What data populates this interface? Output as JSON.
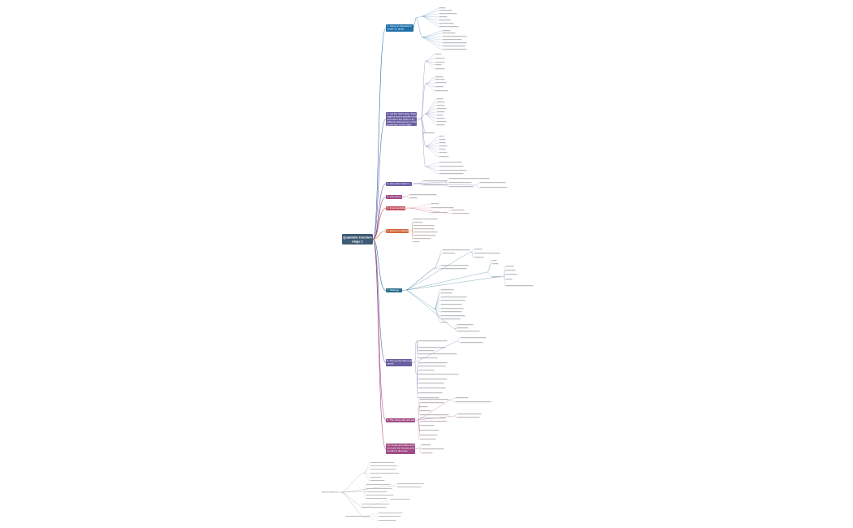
{
  "colors": {
    "background": "#ffffff",
    "root": "#3f5b74",
    "leaf_text": "#8a8a8a",
    "leaf_line": "#c8c8c8",
    "blue": "#1f6fa8",
    "purple": "#6b5fa3",
    "magenta": "#a14b86",
    "red": "#c4525f",
    "orange": "#d26a3c",
    "teal": "#2b6f8a",
    "grey_line": "#9aa8b2"
  },
  "root": {
    "label_line1": "Quadratic function",
    "label_line2": "stage 1"
  },
  "branches": [
    {
      "key": "b1",
      "color": "#1f6fa8",
      "label_lines": [
        "1. Using an illustrator's",
        "hands-on guide"
      ]
    },
    {
      "key": "b2",
      "color": "#6b5fa3",
      "label_lines": [
        "2. Let the chart style, class and",
        "capture and a specific number",
        "and cell in the chart or its",
        "different dependency of the",
        "parameter of the chart"
      ]
    },
    {
      "key": "b3",
      "color": "#6b5fa3",
      "label_lines": [
        "3. Use a bar chart in"
      ]
    },
    {
      "key": "b4",
      "color": "#a14b86",
      "label_lines": [
        "4. Unit group"
      ]
    },
    {
      "key": "b5",
      "color": "#c4525f",
      "label_lines": [
        "5. Count activities"
      ]
    },
    {
      "key": "b6",
      "color": "#d26a3c",
      "label_lines": [
        "6. Event on character"
      ]
    },
    {
      "key": "b7",
      "color": "#2b6f8a",
      "label_lines": [
        "7. Strategy"
      ]
    },
    {
      "key": "b8",
      "color": "#6b5fa3",
      "label_lines": [
        "8. Ties go the above age",
        "series"
      ]
    },
    {
      "key": "b9",
      "color": "#a14b86",
      "label_lines": [
        "9. The rising with and visual"
      ]
    },
    {
      "key": "b10",
      "color": "#a14b86",
      "label_lines": [
        "10. Group and value and a bar",
        "and ratio the following the",
        "rounds of all series"
      ]
    }
  ],
  "detached": {
    "label": "Related subtopic list"
  }
}
